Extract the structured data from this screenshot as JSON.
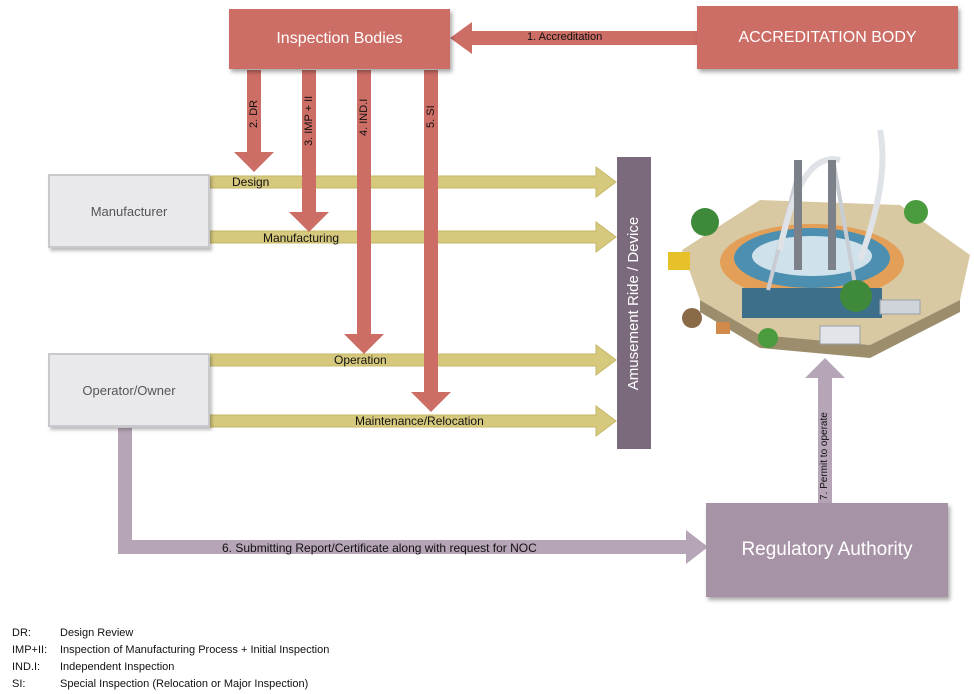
{
  "boxes": {
    "inspection_bodies": "Inspection Bodies",
    "accreditation_body": "ACCREDITATION BODY",
    "manufacturer": "Manufacturer",
    "operator_owner": "Operator/Owner",
    "amusement_ride": "Amusement Ride / Device",
    "regulatory_authority": "Regulatory Authority"
  },
  "arrows": {
    "accreditation": "1. Accreditation",
    "dr": "2. DR",
    "imp_ii": "3. IMP + II",
    "ind_i": "4. IND.I",
    "si": "5. SI",
    "design": "Design",
    "manufacturing": "Manufacturing",
    "operation": "Operation",
    "maintenance": "Maintenance/Relocation",
    "submitting": "6. Submitting Report/Certificate along with request for NOC",
    "permit": "7. Permit to operate"
  },
  "legend": [
    {
      "abbr": "DR:",
      "text": "Design Review"
    },
    {
      "abbr": "IMP+II:",
      "text": "Inspection of Manufacturing Process + Initial Inspection"
    },
    {
      "abbr": "IND.I:",
      "text": "Independent Inspection"
    },
    {
      "abbr": "SI:",
      "text": "Special Inspection (Relocation or Major Inspection)"
    }
  ],
  "colors": {
    "red": "#cd6e66",
    "yellow": "#d6c97e",
    "purple": "#a793a6",
    "dark_purple": "#7a6a7c"
  }
}
